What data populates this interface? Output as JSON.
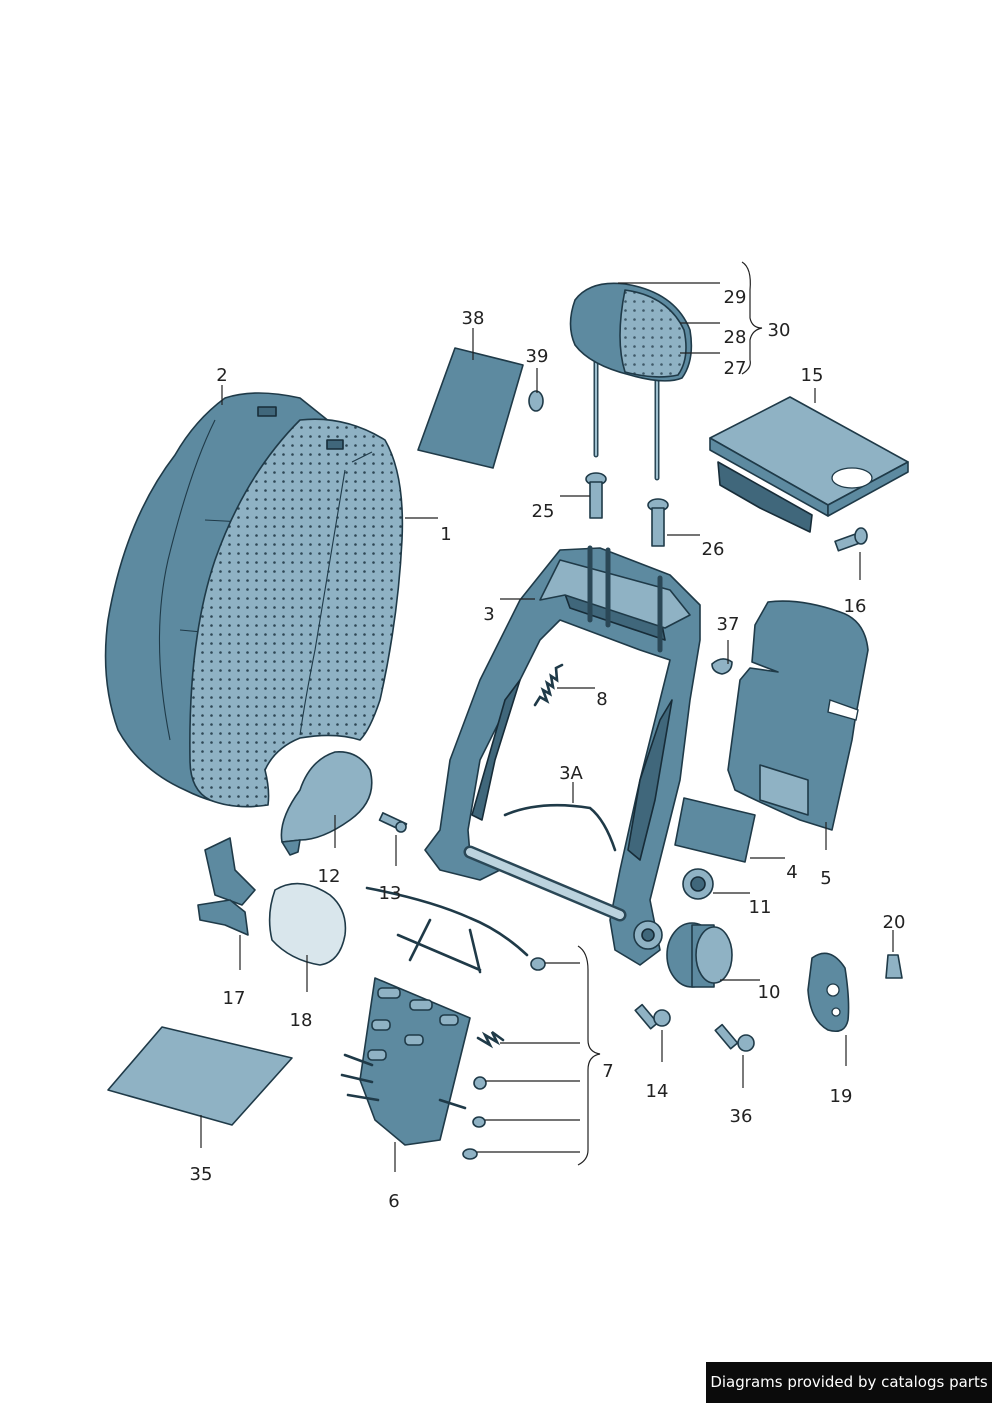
{
  "callouts": {
    "c1": "1",
    "c2": "2",
    "c3": "3",
    "c3a": "3A",
    "c4": "4",
    "c5": "5",
    "c6": "6",
    "c7": "7",
    "c8": "8",
    "c10": "10",
    "c11": "11",
    "c12": "12",
    "c13": "13",
    "c14": "14",
    "c15": "15",
    "c16": "16",
    "c17": "17",
    "c18": "18",
    "c19": "19",
    "c20": "20",
    "c25": "25",
    "c26": "26",
    "c27": "27",
    "c28": "28",
    "c29": "29",
    "c30": "30",
    "c35": "35",
    "c36": "36",
    "c37": "37",
    "c38": "38",
    "c39": "39"
  },
  "footer": {
    "text": "Diagrams provided by catalogs parts"
  },
  "colors": {
    "part": "#5d8aa0",
    "part_light": "#8fb2c4",
    "part_dark": "#40677b",
    "outline": "#1f3a48"
  }
}
